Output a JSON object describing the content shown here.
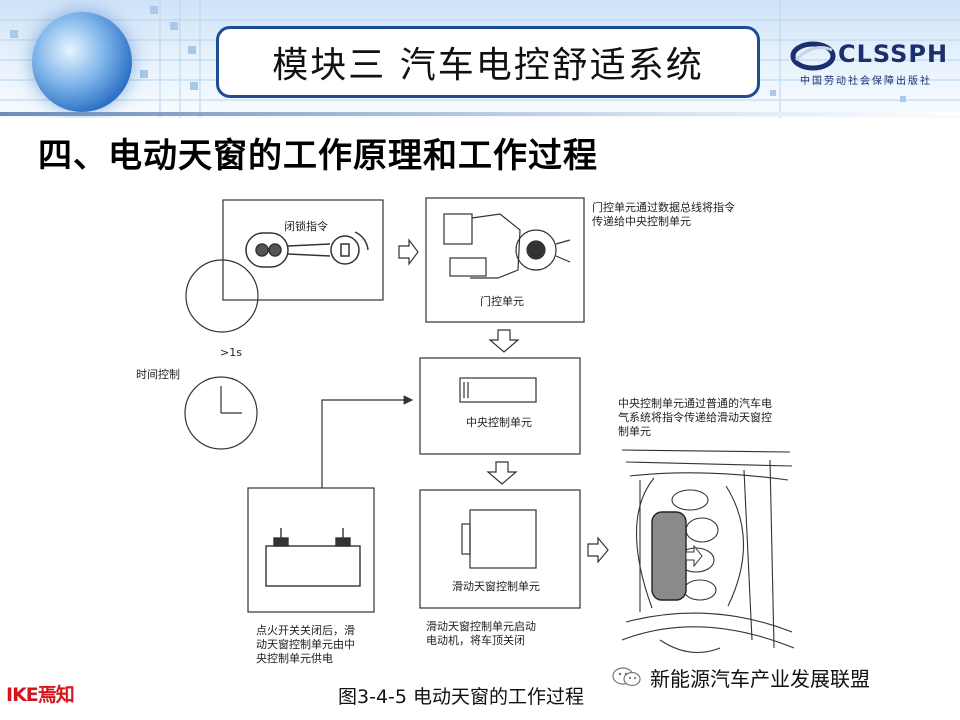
{
  "header": {
    "title": "模块三  汽车电控舒适系统",
    "publisher_name": "CLSSPH",
    "publisher_sub": "中国劳动社会保障出版社"
  },
  "section": {
    "title": "四、电动天窗的工作原理和工作过程"
  },
  "diagram": {
    "lock_command": "闭锁指令",
    "door_unit": "门控单元",
    "door_note": [
      "门控单元通过数据总线将指令",
      "传递给中央控制单元"
    ],
    "time_gt": ">1s",
    "time_control": "时间控制",
    "central_unit": "中央控制单元",
    "central_note": [
      "中央控制单元通过普通的汽车电",
      "气系统将指令传递给滑动天窗控",
      "制单元"
    ],
    "sunroof_unit": "滑动天窗控制单元",
    "battery_note": [
      "点火开关关闭后，滑",
      "动天窗控制单元由中",
      "央控制单元供电"
    ],
    "sunroof_note": [
      "滑动天窗控制单元启动",
      "电动机，将车顶关闭"
    ]
  },
  "caption": "图3-4-5  电动天窗的工作过程",
  "footer": {
    "ike_logo": "IKE焉知",
    "watermark": "新能源汽车产业发展联盟"
  }
}
